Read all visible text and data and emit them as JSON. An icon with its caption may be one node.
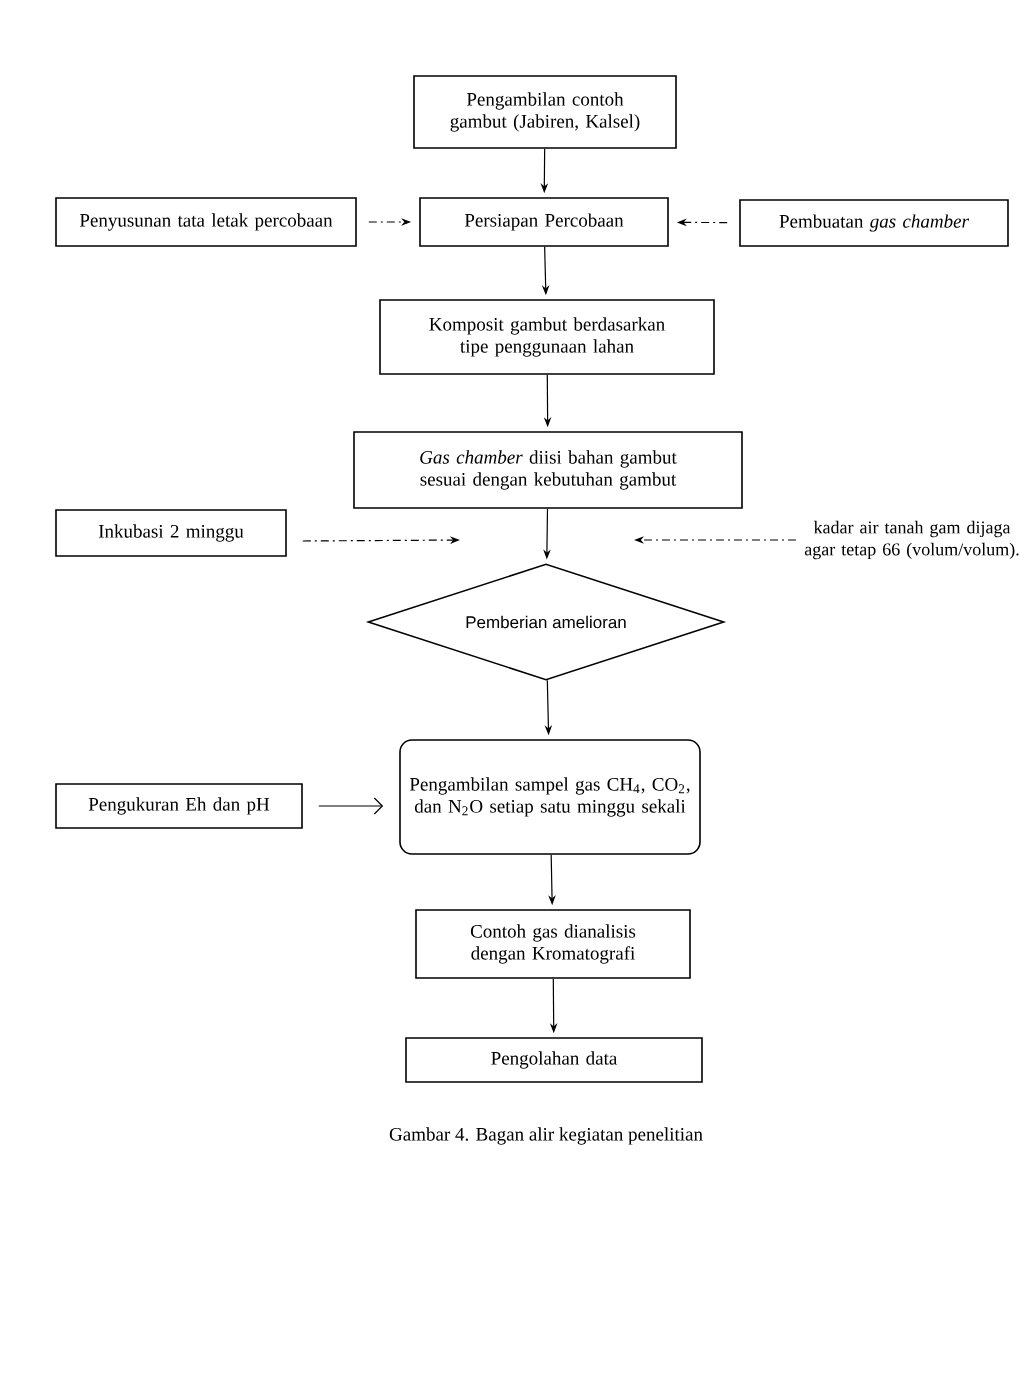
{
  "diagram": {
    "caption": "Gambar 4. Bagan alir kegiatan penelitian",
    "nodes": [
      {
        "text": [
          "Pengambilan contoh gambut (Jabiren, Kalsel)"
        ]
      },
      {
        "text": [
          "Penyusunan tata letak percobaan"
        ]
      },
      {
        "text": [
          "Persiapan Percobaan"
        ]
      },
      {
        "text": [
          "Pembuatan *gas chamber*"
        ]
      },
      {
        "text": [
          "Komposit gambut berdasarkan tipe penggunaan lahan"
        ]
      },
      {
        "text": [
          "*Gas chamber* diisi bahan gambut sesuai dengan kebutuhan gambut"
        ]
      },
      {
        "text": [
          "Inkubasi 2 minggu"
        ]
      },
      {
        "text": [
          "kadar air tanah gam dijaga agar tetap 66 (volum/volum)."
        ]
      },
      {
        "text": [
          "Pemberian amelioran"
        ]
      },
      {
        "text": [
          "Pengambilan sampel gas CH$_{4}$, CO$_{2}$, dan N$_{2}$O setiap satu minggu sekali"
        ]
      },
      {
        "text": [
          "Pengukuran Eh dan pH"
        ]
      },
      {
        "text": [
          "Contoh gas dianalisis dengan Kromatografi"
        ]
      },
      {
        "text": [
          "Pengolahan data"
        ]
      }
    ],
    "edges": [
      {
        "from": 0,
        "to": 2,
        "arrow": "to"
      },
      {
        "from": 1,
        "to": 2,
        "arrow": "to",
        "style": "dashed"
      },
      {
        "from": 3,
        "to": 2,
        "arrow": "to",
        "style": "dashed"
      },
      {
        "from": 2,
        "to": 4,
        "arrow": "to"
      },
      {
        "from": 4,
        "to": 5,
        "arrow": "to"
      },
      {
        "from": 5,
        "to": 8,
        "arrow": "to"
      },
      {
        "from": 6,
        "to": null,
        "arrow": "to",
        "style": "dashed"
      },
      {
        "from": 7,
        "to": null,
        "arrow": "to",
        "style": "dashed"
      },
      {
        "from": 8,
        "to": 9,
        "arrow": "to"
      },
      {
        "from": 10,
        "to": 9,
        "arrow": "to"
      },
      {
        "from": 9,
        "to": 11,
        "arrow": "to"
      },
      {
        "from": 11,
        "to": 12,
        "arrow": "to"
      }
    ]
  }
}
